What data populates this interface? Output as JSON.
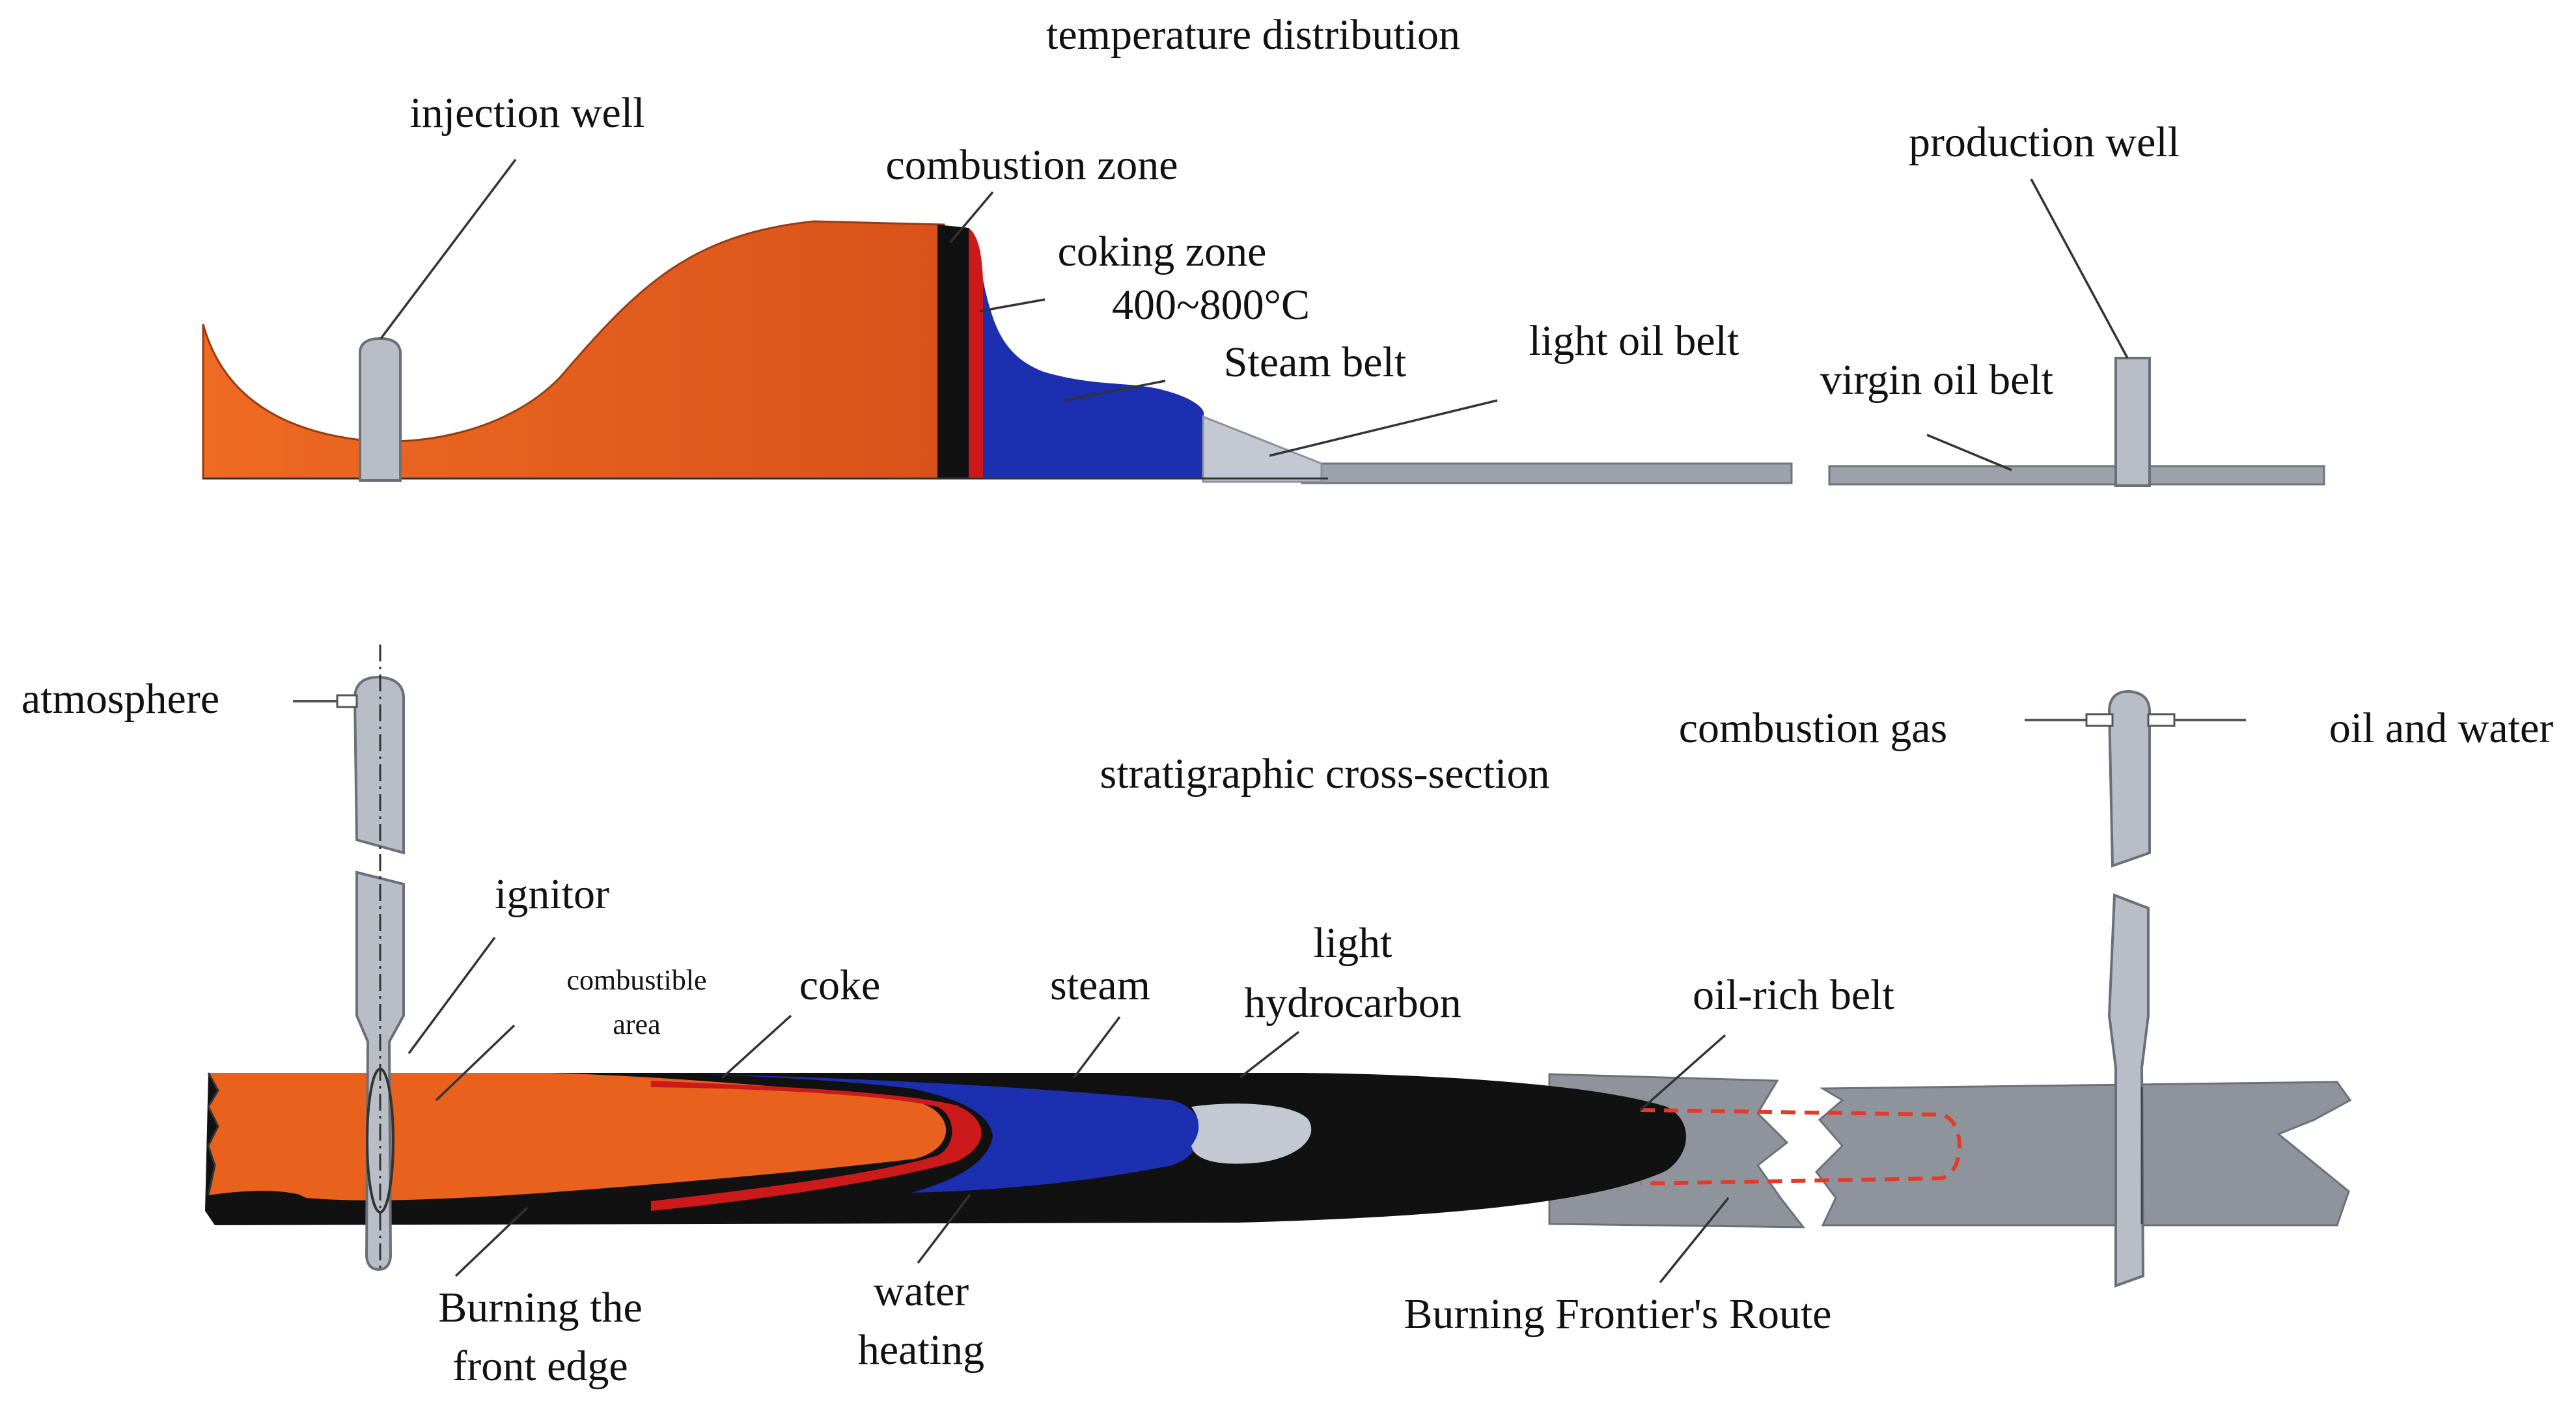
{
  "top": {
    "title": "temperature distribution",
    "labels": {
      "injection_well": "injection well",
      "combustion_zone": "combustion zone",
      "coking_zone": "coking zone",
      "temp_range": "400~800°C",
      "steam_belt": "Steam belt",
      "light_oil_belt": "light oil belt",
      "virgin_oil_belt": "virgin oil belt",
      "production_well": "production well"
    }
  },
  "bottom": {
    "title": "stratigraphic cross-section",
    "labels": {
      "atmosphere": "atmosphere",
      "combustion_gas": "combustion gas",
      "oil_and_water": "oil and water",
      "ignitor": "ignitor",
      "combustible_area_1": "combustible",
      "combustible_area_2": "area",
      "coke": "coke",
      "steam": "steam",
      "light_hydrocarbon_1": "light",
      "light_hydrocarbon_2": "hydrocarbon",
      "oil_rich_belt": "oil-rich belt",
      "burning_front_edge_1": "Burning the",
      "burning_front_edge_2": "front edge",
      "water_heating_1": "water",
      "water_heating_2": "heating",
      "burning_route": "Burning Frontier's Route"
    }
  },
  "colors": {
    "combustion_orange": "#e8621e",
    "coke_black": "#111111",
    "red_band": "#cc1a1a",
    "steam_blue": "#1b2fb0",
    "light_gray": "#c4c8d2",
    "reservoir_gray": "#8f949c",
    "dashed_route": "#e23b2a"
  }
}
